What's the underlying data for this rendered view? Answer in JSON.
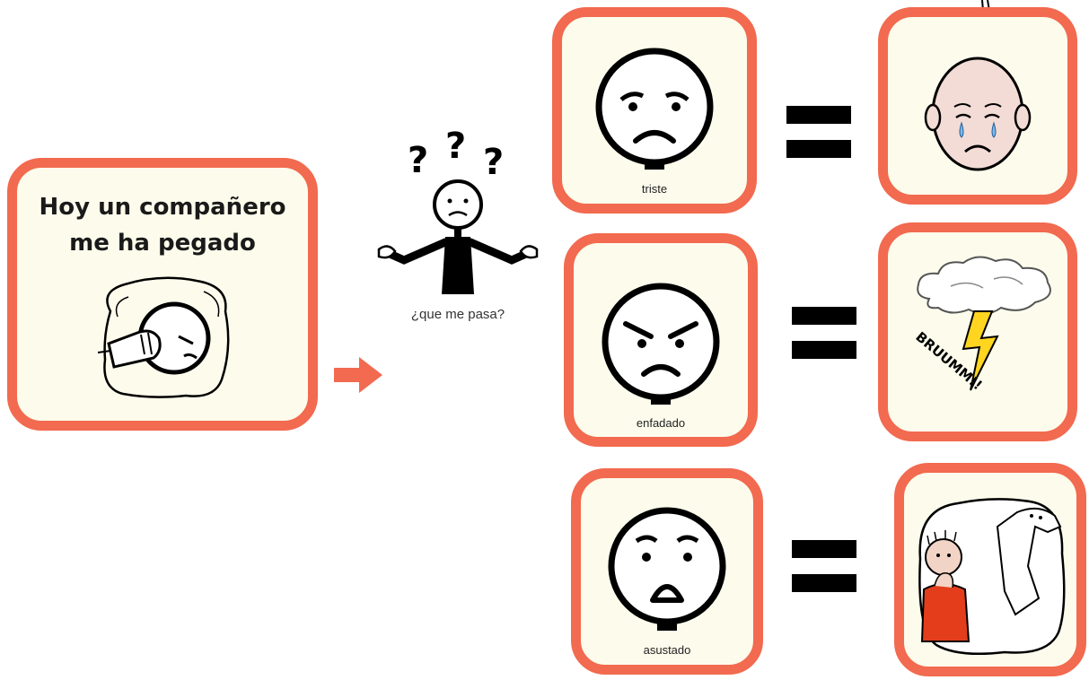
{
  "story": {
    "line1": "Hoy un compañero",
    "line2": "me ha pegado",
    "icon": "boy-being-hit-icon"
  },
  "question": {
    "label": "¿que me pasa?",
    "icon": "confused-person-icon"
  },
  "emotions": [
    {
      "label": "triste",
      "icon": "sad-face-icon",
      "equivalent_icon": "crying-face-icon"
    },
    {
      "label": "enfadado",
      "icon": "angry-face-icon",
      "equivalent_icon": "storm-cloud-icon",
      "equivalent_text": "BRUUMM!!"
    },
    {
      "label": "asustado",
      "icon": "scared-face-icon",
      "equivalent_icon": "scared-child-ghost-icon"
    }
  ],
  "colors": {
    "card_border": "#f26a4f",
    "card_fill": "#fdfcec",
    "arrow": "#f26a4f"
  }
}
